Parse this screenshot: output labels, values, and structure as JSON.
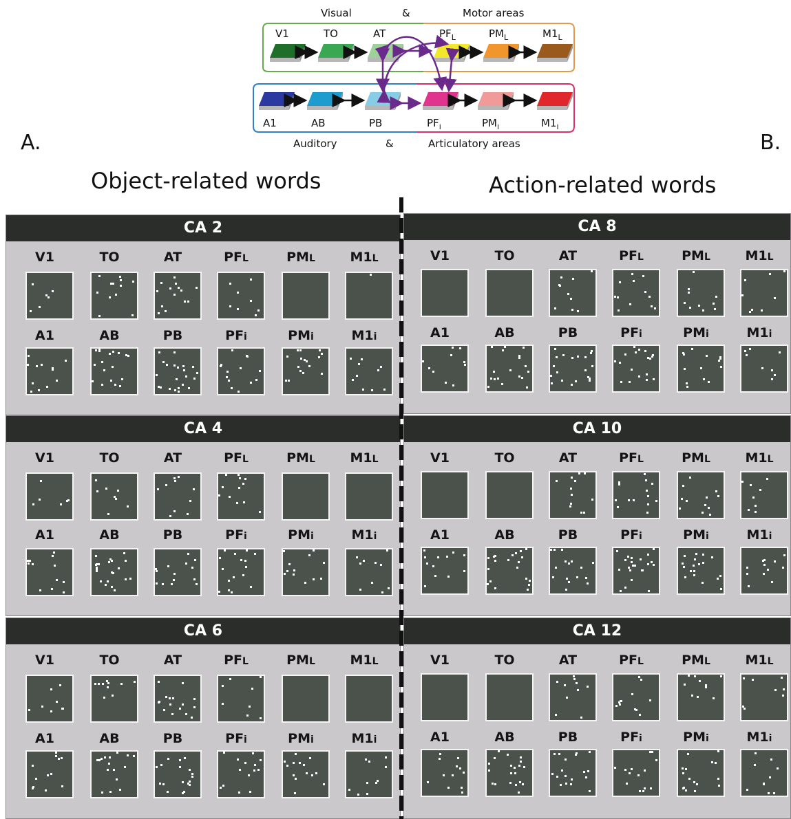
{
  "network_diagram": {
    "top_title_left": "Visual",
    "top_title_amp": "&",
    "top_title_right": "Motor areas",
    "bottom_title_left": "Auditory",
    "bottom_title_amp": "&",
    "bottom_title_right": "Articulatory areas",
    "top_row": [
      {
        "label": "V1",
        "color": "#1f6e2a"
      },
      {
        "label": "TO",
        "color": "#3aa852"
      },
      {
        "label": "AT",
        "color": "#9fd09a"
      },
      {
        "label": "PF",
        "sub": "L",
        "color": "#f2e92a"
      },
      {
        "label": "PM",
        "sub": "L",
        "color": "#f0962c"
      },
      {
        "label": "M1",
        "sub": "L",
        "color": "#9a5a1c"
      }
    ],
    "bottom_row": [
      {
        "label": "A1",
        "color": "#2a3aa0"
      },
      {
        "label": "AB",
        "color": "#1f9ccf"
      },
      {
        "label": "PB",
        "color": "#88cde6"
      },
      {
        "label": "PF",
        "sub": "i",
        "color": "#e0358f"
      },
      {
        "label": "PM",
        "sub": "i",
        "color": "#f09a9a"
      },
      {
        "label": "M1",
        "sub": "i",
        "color": "#e0282c"
      }
    ],
    "box_colors": {
      "visual_motor": [
        "#6aa84f",
        "#e09a4a"
      ],
      "auditory_articulatory": [
        "#2f7fc9",
        "#d8306f"
      ]
    }
  },
  "panel_A": {
    "letter": "A.",
    "title": "Object-related words"
  },
  "panel_B": {
    "letter": "B.",
    "title": "Action-related words"
  },
  "ca_panels": [
    {
      "title": "CA 2"
    },
    {
      "title": "CA 4"
    },
    {
      "title": "CA 6"
    },
    {
      "title": "CA 8"
    },
    {
      "title": "CA 10"
    },
    {
      "title": "CA 12"
    }
  ],
  "area_labels_top": [
    {
      "main": "V1",
      "sub": ""
    },
    {
      "main": "TO",
      "sub": ""
    },
    {
      "main": "AT",
      "sub": ""
    },
    {
      "main": "PF",
      "sub": "L"
    },
    {
      "main": "PM",
      "sub": "L"
    },
    {
      "main": "M1",
      "sub": "L"
    }
  ],
  "area_labels_bottom": [
    {
      "main": "A1",
      "sub": ""
    },
    {
      "main": "AB",
      "sub": ""
    },
    {
      "main": "PB",
      "sub": ""
    },
    {
      "main": "PF",
      "sub": "i"
    },
    {
      "main": "PM",
      "sub": "i"
    },
    {
      "main": "M1",
      "sub": "i"
    }
  ]
}
